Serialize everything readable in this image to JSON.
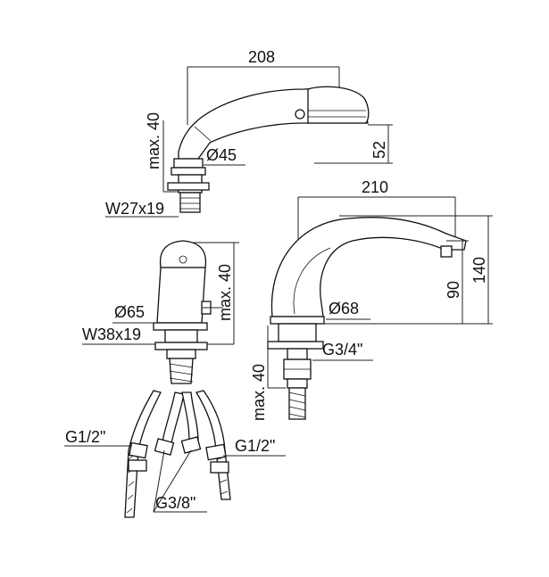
{
  "hand_shower": {
    "width_label": "208",
    "height_label": "max. 40",
    "diameter_label": "Ø45",
    "head_label": "52",
    "thread_label": "W27x19"
  },
  "spout": {
    "width_label": "210",
    "height_90_label": "90",
    "height_140_label": "140",
    "diameter_label": "Ø68",
    "thread_label": "G3/4\"",
    "max_label": "max. 40"
  },
  "mixer": {
    "height_label": "max. 40",
    "diameter_label": "Ø65",
    "thread_label": "W38x19",
    "hose_left_label": "G1/2\"",
    "hose_right_label": "G1/2\"",
    "hose_center_label": "G3/8\""
  }
}
